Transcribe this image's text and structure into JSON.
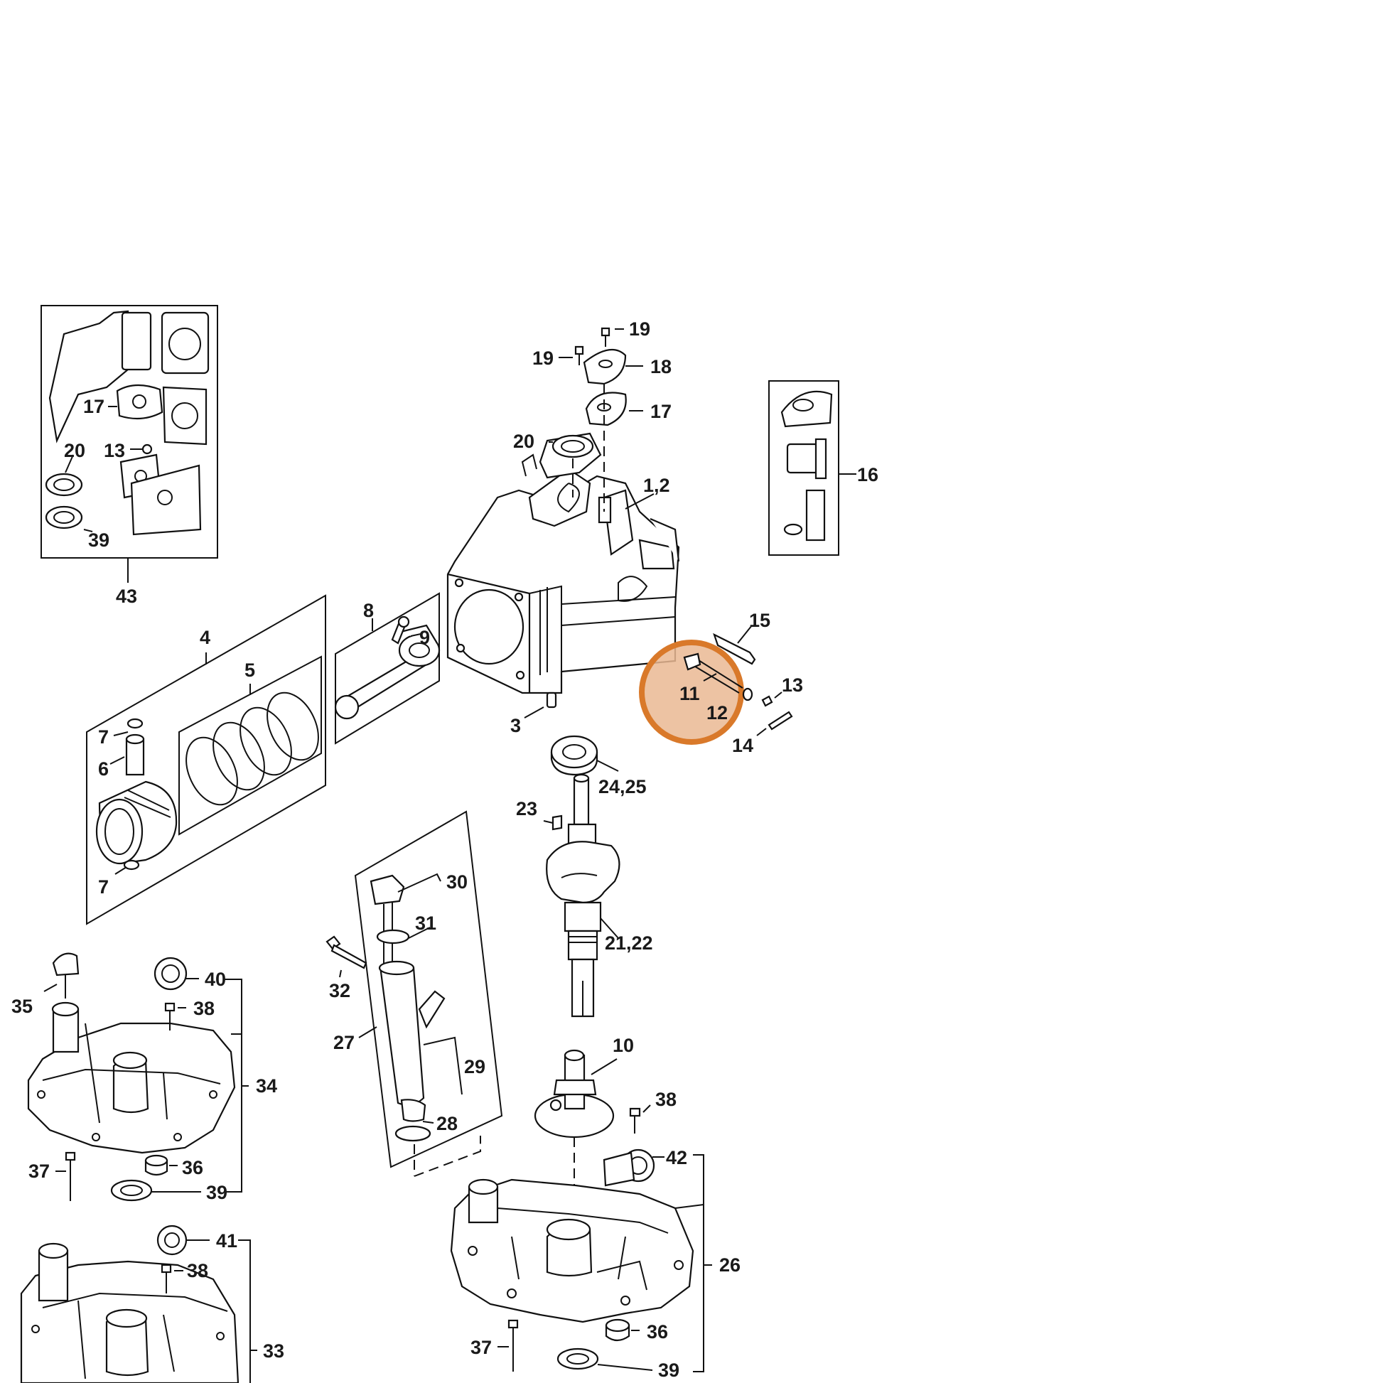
{
  "diagram": {
    "labels": {
      "p1_2": "1,2",
      "p3": "3",
      "p4": "4",
      "p5": "5",
      "p6": "6",
      "p7a": "7",
      "p7b": "7",
      "p8": "8",
      "p9": "9",
      "p10": "10",
      "p11": "11",
      "p12": "12",
      "p13a": "13",
      "p13b": "13",
      "p14": "14",
      "p15": "15",
      "p16": "16",
      "p17a": "17",
      "p17b": "17",
      "p18": "18",
      "p19a": "19",
      "p19b": "19",
      "p20a": "20",
      "p20b": "20",
      "p21_22": "21,22",
      "p23": "23",
      "p24_25": "24,25",
      "p26": "26",
      "p27": "27",
      "p28": "28",
      "p29": "29",
      "p30": "30",
      "p31": "31",
      "p32": "32",
      "p33": "33",
      "p34": "34",
      "p35": "35",
      "p36a": "36",
      "p36b": "36",
      "p37a": "37",
      "p37b": "37",
      "p38a": "38",
      "p38b": "38",
      "p38c": "38",
      "p39a": "39",
      "p39b": "39",
      "p39c": "39",
      "p40": "40",
      "p41": "41",
      "p42": "42",
      "p43": "43"
    },
    "highlight_color": "#d9792a",
    "highlight_fill": "#eab893"
  }
}
